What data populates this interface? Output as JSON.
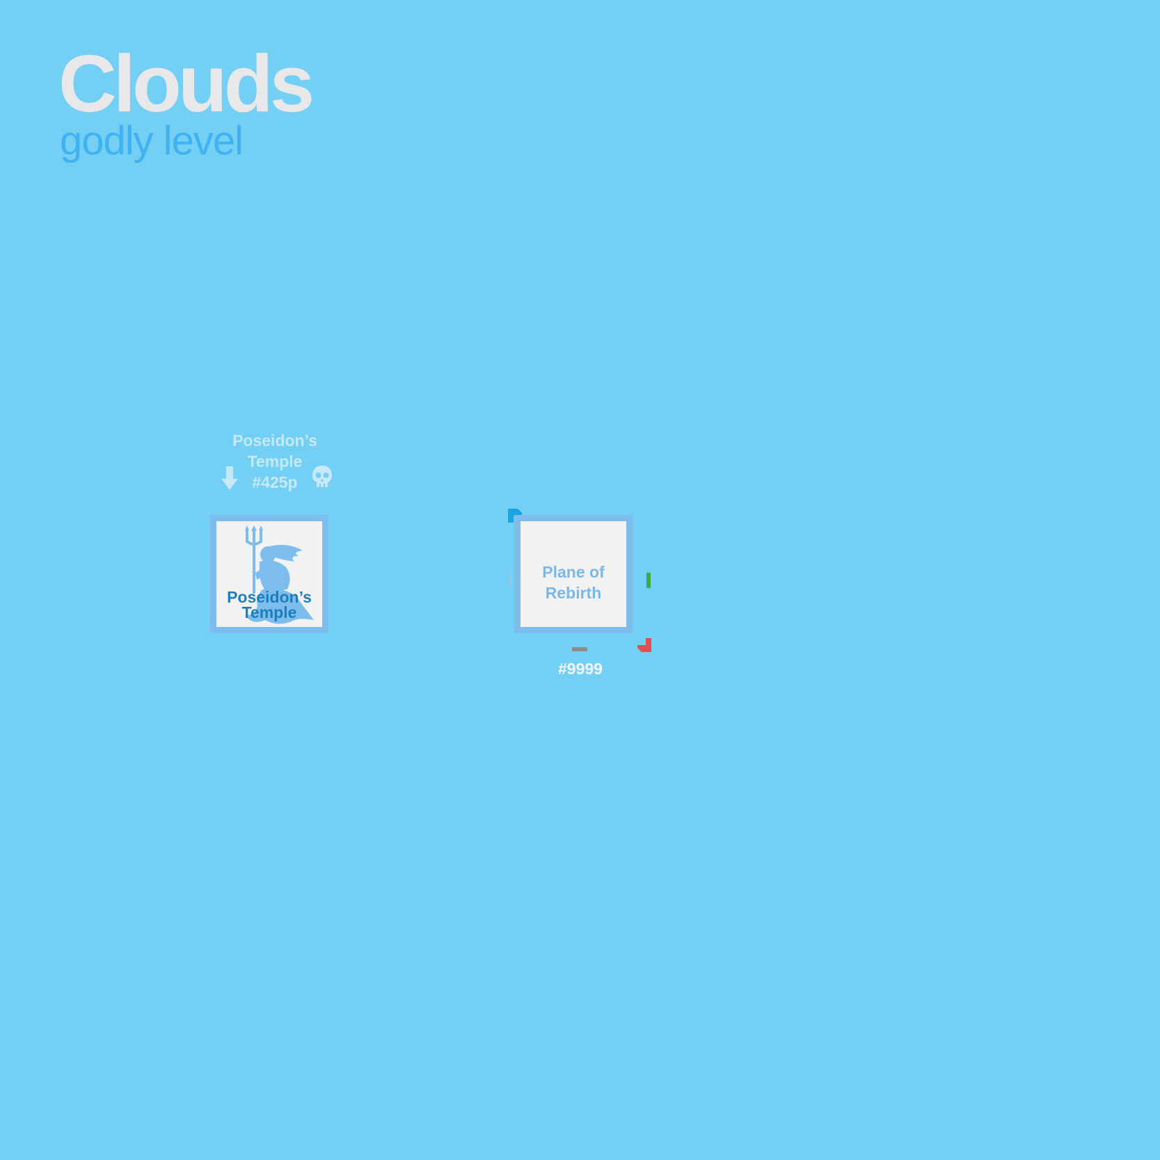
{
  "header": {
    "title": "Clouds",
    "subtitle": "godly level"
  },
  "locations": [
    {
      "name": "Poseidon’s Temple",
      "info_lines": [
        "Poseidon’s",
        "Temple",
        "#425p"
      ],
      "tile_label_lines": [
        "Poseidon’s",
        "Temple"
      ],
      "icons": [
        "down-arrow-icon",
        "skull-icon",
        "poseidon-icon"
      ]
    },
    {
      "name": "Plane of Rebirth",
      "tile_label_lines": [
        "Plane of",
        "Rebirth"
      ],
      "id": "#9999",
      "markers": [
        "blue-corner-marker",
        "left-side-marker",
        "green-side-marker",
        "red-corner-marker",
        "gray-bottom-marker"
      ]
    }
  ],
  "colors": {
    "background": "#74cff4",
    "title": "#e8e8ea",
    "subtitle": "#3fb2f2",
    "tile_border": "#7cbdee",
    "tile_fill": "#f2f2f3",
    "temple_label": "#1a7fbd",
    "marker_blue": "#1aa4e0",
    "marker_green": "#3aaa4a",
    "marker_red": "#e05050",
    "marker_gray": "#8c8c8c"
  }
}
